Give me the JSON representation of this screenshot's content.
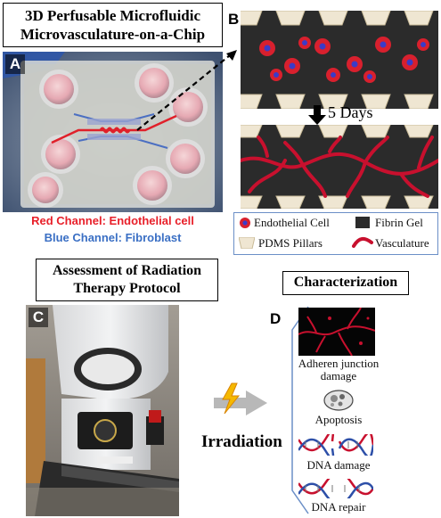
{
  "title_box": {
    "line1": "3D Perfusable Microfluidic",
    "line2": "Microvasculature-on-a-Chip"
  },
  "panel_letters": {
    "a": "A",
    "b": "B",
    "c": "C",
    "d": "D"
  },
  "channels": {
    "red": "Red Channel: Endothelial cell",
    "blue": "Blue Channel: Fibroblast",
    "red_color": "#e8202a",
    "blue_color": "#3a6fc4"
  },
  "time_step": "5 Days",
  "legend": {
    "endothelial": "Endothelial Cell",
    "fibrin": "Fibrin Gel",
    "pdms": "PDMS Pillars",
    "vasculature": "Vasculature"
  },
  "assessment_box": {
    "line1": "Assessment of Radiation",
    "line2": "Therapy Protocol"
  },
  "characterization_label": "Characterization",
  "irradiation_label": "Irradiation",
  "characterization_items": [
    {
      "label_line1": "Adheren junction",
      "label_line2": "damage",
      "icon": "vascular-damage-image"
    },
    {
      "label_line1": "Apoptosis",
      "label_line2": "",
      "icon": "apoptotic-cell-icon"
    },
    {
      "label_line1": "DNA damage",
      "label_line2": "",
      "icon": "broken-dna-helix-icon"
    },
    {
      "label_line1": "DNA repair",
      "label_line2": "",
      "icon": "dna-helix-icon"
    }
  ],
  "colors": {
    "vessel_red": "#c8102e",
    "gel_dark": "#2b2b2b",
    "pillar": "#efe6d2",
    "legend_border": "#6b8fc7",
    "lightning": "#f5b800"
  }
}
